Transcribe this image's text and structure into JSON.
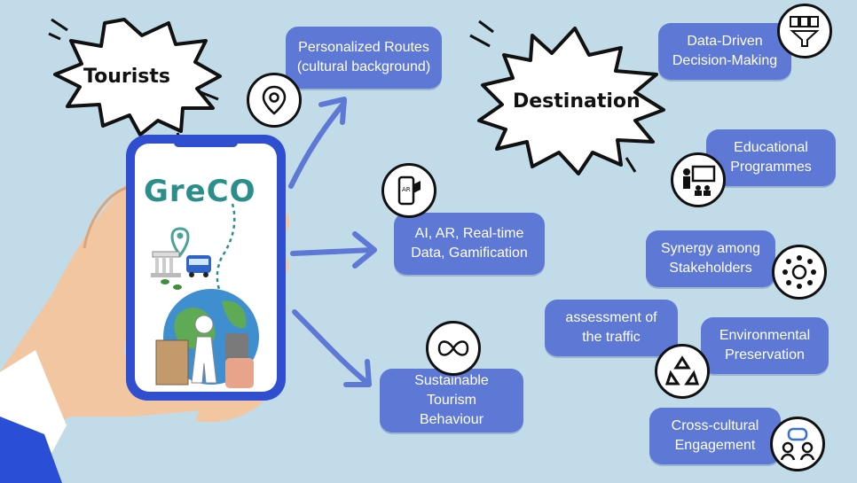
{
  "tourists": {
    "label": "Tourists"
  },
  "destination": {
    "label": "Destination"
  },
  "app": {
    "name": "GreCO"
  },
  "tourist_features": [
    {
      "label": "Personalized Routes\n(cultural background)",
      "icon": "location-pin-icon"
    },
    {
      "label": "AI, AR, Real-time\nData, Gamification",
      "icon": "ar-phone-icon"
    },
    {
      "label": "Sustainable Tourism\nBehaviour",
      "icon": "infinity-loop-icon"
    }
  ],
  "destination_features": [
    {
      "label": "Data-Driven\nDecision-Making",
      "icon": "data-funnel-icon"
    },
    {
      "label": "Educational\nProgrammes",
      "icon": "presentation-teacher-icon"
    },
    {
      "label": "Synergy among\nStakeholders",
      "icon": "network-gear-icon"
    },
    {
      "label": "assessment of\nthe traffic",
      "icon": ""
    },
    {
      "label": "Environmental\nPreservation",
      "icon": "recycle-icon"
    },
    {
      "label": "Cross-cultural\nEngagement",
      "icon": "chat-people-icon"
    }
  ],
  "colors": {
    "background": "#c2dbe8",
    "tag": "#5e78d6",
    "arrow": "#5e78d6",
    "phone_frame": "#2f4fd0",
    "brand_text": "#2a8f8a"
  }
}
